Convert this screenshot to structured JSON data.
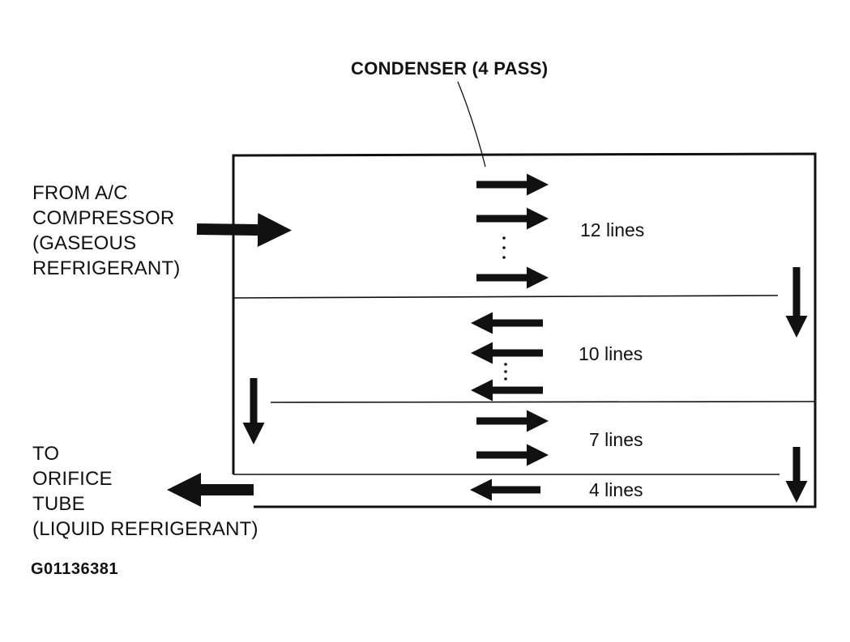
{
  "diagram": {
    "title": "CONDENSER (4 PASS)",
    "inlet": {
      "lines": [
        "FROM A/C",
        "COMPRESSOR",
        "(GASEOUS",
        "REFRIGERANT)"
      ]
    },
    "outlet": {
      "lines": [
        "TO",
        "ORIFICE",
        "TUBE",
        "(LIQUID REFRIGERANT)"
      ]
    },
    "passes": [
      {
        "label": "12 lines",
        "flow": "right"
      },
      {
        "label": "10 lines",
        "flow": "left"
      },
      {
        "label": "7 lines",
        "flow": "right"
      },
      {
        "label": "4 lines",
        "flow": "left"
      }
    ],
    "figure_id": "G01136381",
    "stroke_color": "#111111"
  }
}
